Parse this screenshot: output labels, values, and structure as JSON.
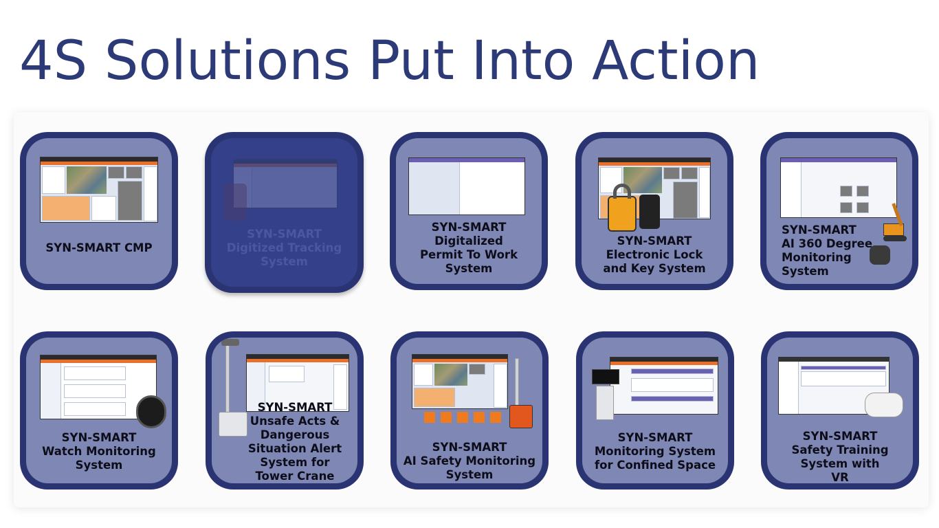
{
  "page": {
    "title": "4S Solutions Put Into Action"
  },
  "cards": [
    {
      "lines": [
        "SYN-SMART CMP"
      ]
    },
    {
      "lines": [
        "SYN-SMART",
        "Digitized Tracking",
        "System"
      ]
    },
    {
      "lines": [
        "SYN-SMART",
        "Digitalized",
        "Permit To Work",
        "System"
      ]
    },
    {
      "lines": [
        "SYN-SMART",
        "Electronic Lock",
        "and Key System"
      ]
    },
    {
      "lines": [
        "SYN-SMART",
        "AI 360 Degree",
        "Monitoring",
        "System"
      ]
    },
    {
      "lines": [
        "SYN-SMART",
        "Watch Monitoring",
        "System"
      ]
    },
    {
      "lines": [
        "SYN-SMART",
        "Unsafe Acts &",
        "Dangerous",
        "Situation Alert",
        "System for",
        "Tower Crane"
      ]
    },
    {
      "lines": [
        "SYN-SMART",
        "AI Safety Monitoring",
        "System"
      ]
    },
    {
      "lines": [
        "SYN-SMART",
        "Monitoring System",
        "for Confined Space"
      ]
    },
    {
      "lines": [
        "SYN-SMART",
        "Safety Training",
        "System with",
        "VR"
      ]
    }
  ],
  "colors": {
    "title": "#2d3a78",
    "card_border": "#2a3472",
    "card_fill": "#7f88b4",
    "card_dimmed_fill": "#34408a"
  }
}
